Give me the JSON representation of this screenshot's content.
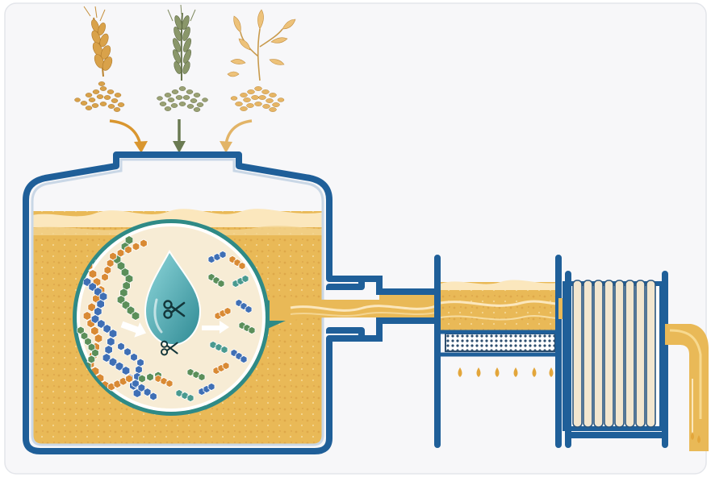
{
  "colors": {
    "background": "#f7f7f9",
    "frame": "#e3e5ea",
    "vessel": "#1f5f99",
    "vessel_inner": "#c9d7e6",
    "mash": "#e9b957",
    "mash_light": "#f3d38f",
    "foam": "#fbe7bd",
    "lens_bg": "#f7ecd5",
    "lens_ring": "#2f8a86",
    "enzyme": "#56b8bf",
    "starch_orange": "#d98a34",
    "starch_green": "#5b8f5a",
    "starch_blue": "#3f6fb5",
    "sugar_teal": "#4a9a8f",
    "wheat": "#d9a24a",
    "rye": "#7d8a5e",
    "oat": "#e6b565",
    "filter_mesh": "#2d4e6e",
    "plates": "#f2e6cf",
    "drop": "#e3a63b"
  },
  "icons": {
    "grains": [
      "wheat-icon",
      "rye-icon",
      "oat-icon"
    ],
    "arrows": [
      "curved-arrow-icon",
      "straight-arrow-icon",
      "curved-arrow-icon"
    ],
    "enzyme": "water-drop-icon",
    "cutting": "scissors-icon"
  },
  "components": [
    "grain-inputs",
    "mash-tun",
    "zoom-lens",
    "transfer-pipe",
    "lauter-sieve",
    "plate-filter-press",
    "output-spout"
  ]
}
